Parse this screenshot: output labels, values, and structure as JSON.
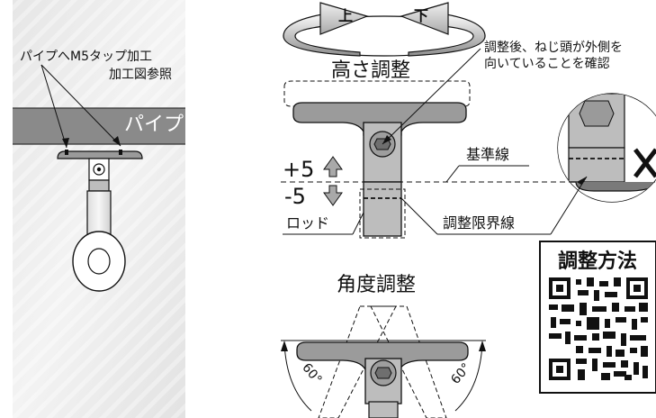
{
  "left_panel": {
    "annotation_line1": "パイプへM5タップ加工",
    "annotation_line2": "加工図参照",
    "pipe_label": "パイプ"
  },
  "rotation": {
    "up_label": "上",
    "down_label": "下"
  },
  "height_adjust": {
    "title": "高さ調整",
    "note_line1": "調整後、ねじ頭が外側を",
    "note_line2": "向いていることを確認",
    "plus_label": "+5",
    "minus_label": "-5",
    "reference_line_label": "基準線",
    "limit_line_label": "調整限界線",
    "rod_label": "ロッド",
    "ng_mark": "×"
  },
  "angle_adjust": {
    "title": "角度調整",
    "left_angle": "60°",
    "right_angle": "60°"
  },
  "qr_box": {
    "title": "調整方法"
  }
}
